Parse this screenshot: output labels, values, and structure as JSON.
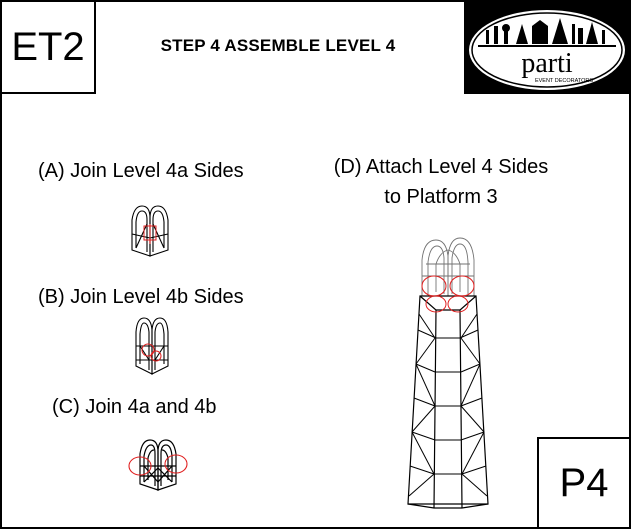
{
  "header": {
    "code": "ET2",
    "title": "STEP 4 ASSEMBLE LEVEL 4",
    "page": "P4"
  },
  "logo": {
    "brand": "parti",
    "tagline": "EVENT DECORATORS"
  },
  "steps": [
    {
      "label": "(A) Join Level 4a Sides"
    },
    {
      "label": "(B) Join Level 4b Sides"
    },
    {
      "label": "(C) Join 4a and 4b"
    },
    {
      "label_line1": "(D) Attach Level 4 Sides",
      "label_line2": "to Platform 3"
    }
  ],
  "colors": {
    "highlight": "#e02020",
    "line": "#000000",
    "logo_bg": "#000000"
  }
}
